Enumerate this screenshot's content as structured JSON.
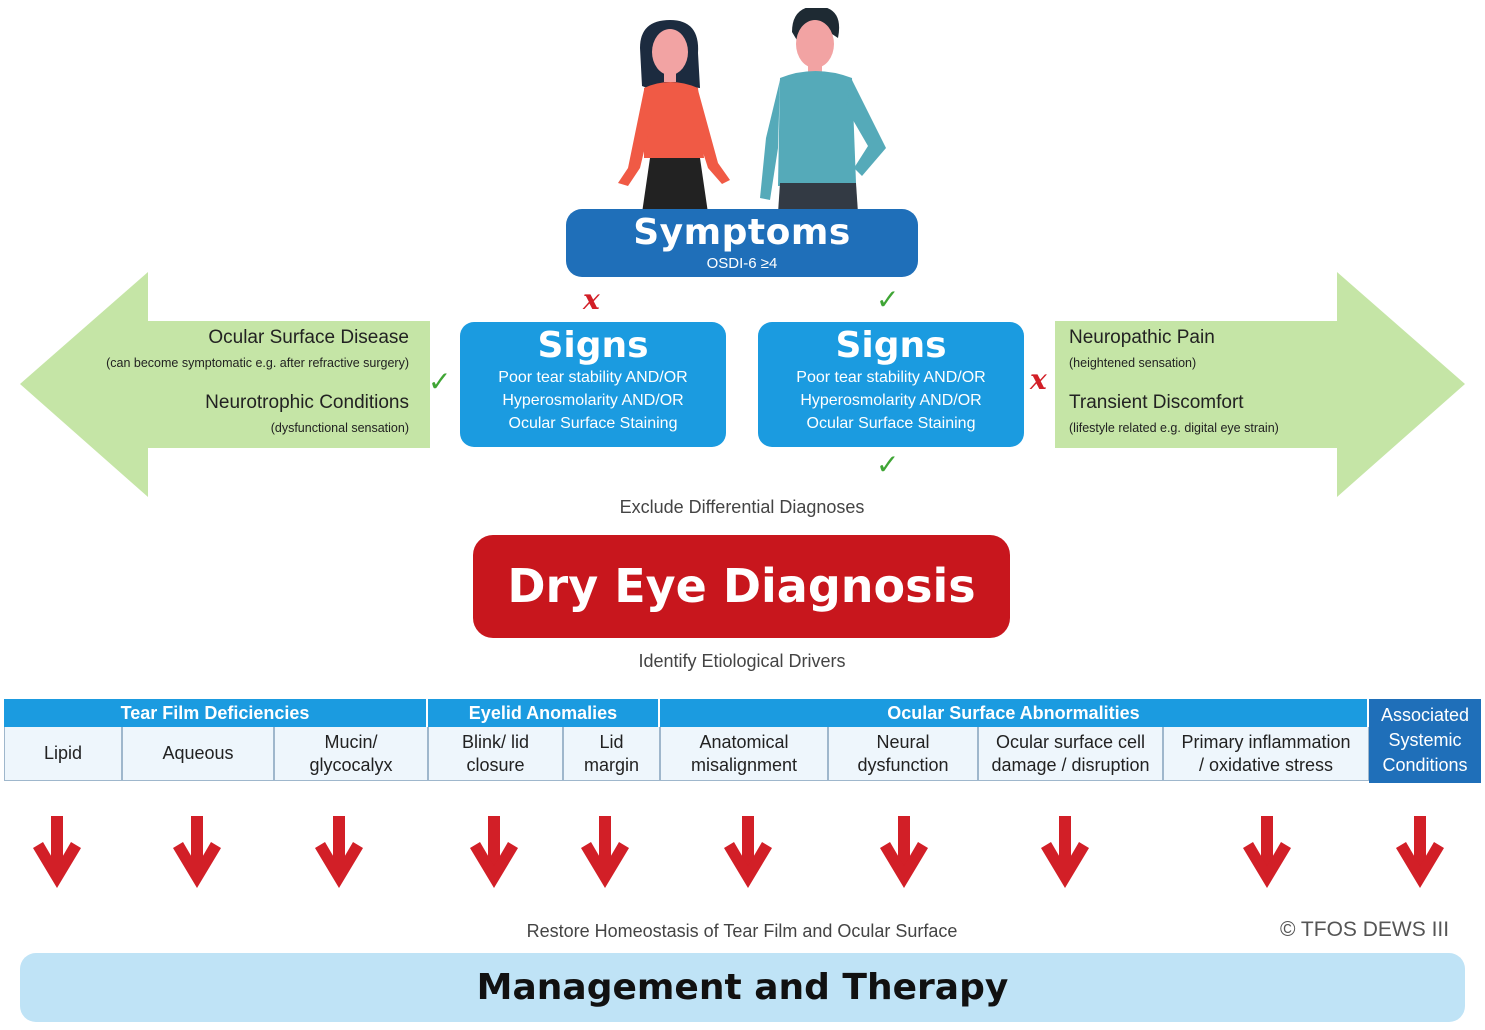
{
  "symptoms": {
    "title": "Symptoms",
    "subtitle": "OSDI-6 ≥4"
  },
  "signs_left": {
    "title": "Signs",
    "lines": [
      "Poor tear stability AND/OR",
      "Hyperosmolarity AND/OR",
      "Ocular Surface Staining"
    ]
  },
  "signs_right": {
    "title": "Signs",
    "lines": [
      "Poor tear stability AND/OR",
      "Hyperosmolarity AND/OR",
      "Ocular Surface Staining"
    ]
  },
  "marks": {
    "check": "✓",
    "cross": "x"
  },
  "left_arrow": {
    "item1": "Ocular Surface Disease",
    "item1_note": "(can become symptomatic e.g. after refractive surgery)",
    "item2": "Neurotrophic Conditions",
    "item2_note": "(dysfunctional sensation)"
  },
  "right_arrow": {
    "item1": "Neuropathic Pain",
    "item1_note": "(heightened sensation)",
    "item2": "Transient Discomfort",
    "item2_note": "(lifestyle related e.g. digital eye strain)"
  },
  "exclude_caption": "Exclude Differential Diagnoses",
  "diagnosis": "Dry Eye Diagnosis",
  "identify_caption": "Identify Etiological Drivers",
  "categories": {
    "tear_film": "Tear Film Deficiencies",
    "eyelid": "Eyelid Anomalies",
    "ocular_surface": "Ocular Surface Abnormalities",
    "associated": "Associated Systemic Conditions"
  },
  "drivers": [
    {
      "l1": "Lipid",
      "l2": ""
    },
    {
      "l1": "Aqueous",
      "l2": ""
    },
    {
      "l1": "Mucin/",
      "l2": "glycocalyx"
    },
    {
      "l1": "Blink/ lid",
      "l2": "closure"
    },
    {
      "l1": "Lid",
      "l2": "margin"
    },
    {
      "l1": "Anatomical",
      "l2": "misalignment"
    },
    {
      "l1": "Neural",
      "l2": "dysfunction"
    },
    {
      "l1": "Ocular surface cell",
      "l2": "damage / disruption"
    },
    {
      "l1": "Primary inflammation",
      "l2": "/ oxidative stress"
    }
  ],
  "associated_lines": [
    "Associated",
    "Systemic",
    "Conditions"
  ],
  "restore_caption": "Restore Homeostasis of Tear Film and Ocular Surface",
  "management": "Management and Therapy",
  "copyright": "© TFOS DEWS III",
  "colors": {
    "symptoms_blue": "#1f6fb9",
    "signs_blue": "#1b9be0",
    "diagnosis_red": "#c8161d",
    "arrow_green": "#c5e5a6",
    "management_blue": "#bfe3f6",
    "check_green": "#3fa535",
    "cross_red": "#d21f27"
  }
}
